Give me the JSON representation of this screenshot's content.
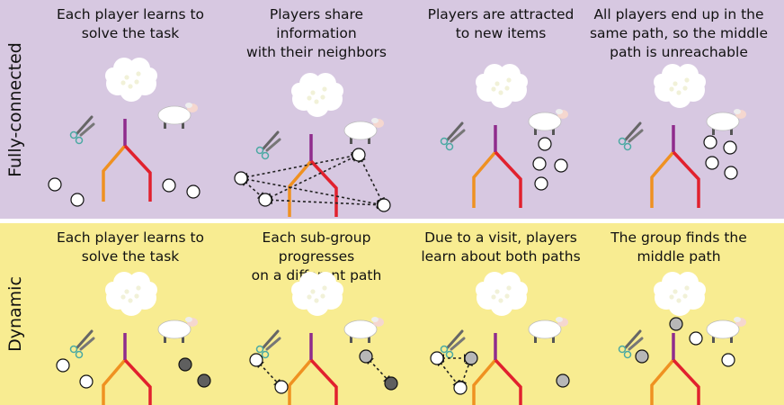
{
  "colors": {
    "fully_connected_bg": "#d7c8e1",
    "dynamic_bg": "#f8ec91",
    "path_left": "#ef9121",
    "path_middle": "#8f2c8c",
    "path_right": "#e1212e",
    "player_white": "#ffffff",
    "player_gray": "#b7b7b7",
    "player_dark": "#5f5f5f",
    "scissors": "#4ba9a3"
  },
  "rows": [
    {
      "label": "Fully-connected",
      "panels": [
        {
          "caption": "Each player learns to\nsolve the task"
        },
        {
          "caption": "Players share\ninformation\nwith their neighbors"
        },
        {
          "caption": "Players are attracted\nto new items"
        },
        {
          "caption": "All players end up in the\nsame path, so the middle\npath is unreachable"
        }
      ]
    },
    {
      "label": "Dynamic",
      "panels": [
        {
          "caption": "Each player learns to\nsolve the task"
        },
        {
          "caption": "Each sub-group progresses\non a different path"
        },
        {
          "caption": "Due to a visit, players\nlearn about both paths"
        },
        {
          "caption": "The group finds the\nmiddle path"
        }
      ]
    }
  ],
  "icons": [
    "cloud-icon",
    "sheep-icon",
    "scissors-icon"
  ]
}
